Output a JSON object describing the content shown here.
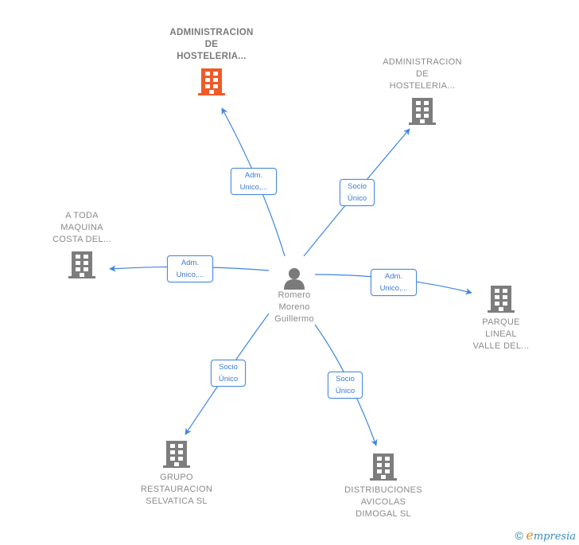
{
  "colors": {
    "edge": "#3f86df",
    "company_icon": "#7d7d7d",
    "company_icon_highlight": "#f05a28",
    "person_icon": "#7a7a7a"
  },
  "center": {
    "name": "Romero\nMoreno\nGuillermo",
    "icon": "person-icon"
  },
  "nodes": [
    {
      "id": "n1",
      "name": "ADMINISTRACION\nDE\nHOSTELERIA...",
      "icon": "building-icon",
      "highlight": true
    },
    {
      "id": "n2",
      "name": "ADMINISTRACION\nDE\nHOSTELERIA...",
      "icon": "building-icon",
      "highlight": false
    },
    {
      "id": "n3",
      "name": "A TODA\nMAQUINA\nCOSTA DEL...",
      "icon": "building-icon",
      "highlight": false
    },
    {
      "id": "n4",
      "name": "PARQUE\nLINEAL\nVALLE DEL...",
      "icon": "building-icon",
      "highlight": false
    },
    {
      "id": "n5",
      "name": "GRUPO\nRESTAURACION\nSELVATICA  SL",
      "icon": "building-icon",
      "highlight": false
    },
    {
      "id": "n6",
      "name": "DISTRIBUCIONES\nAVICOLAS\nDIMOGAL SL",
      "icon": "building-icon",
      "highlight": false
    }
  ],
  "edges": [
    {
      "to": "n1",
      "label": "Adm.\nUnico,..."
    },
    {
      "to": "n2",
      "label": "Socio\nÚnico"
    },
    {
      "to": "n3",
      "label": "Adm.\nUnico,..."
    },
    {
      "to": "n4",
      "label": "Adm.\nUnico,..."
    },
    {
      "to": "n5",
      "label": "Socio\nÚnico"
    },
    {
      "to": "n6",
      "label": "Socio\nÚnico"
    }
  ],
  "footer": {
    "copyright": "©",
    "brand_initial": "e",
    "brand_rest": "mpresia"
  }
}
